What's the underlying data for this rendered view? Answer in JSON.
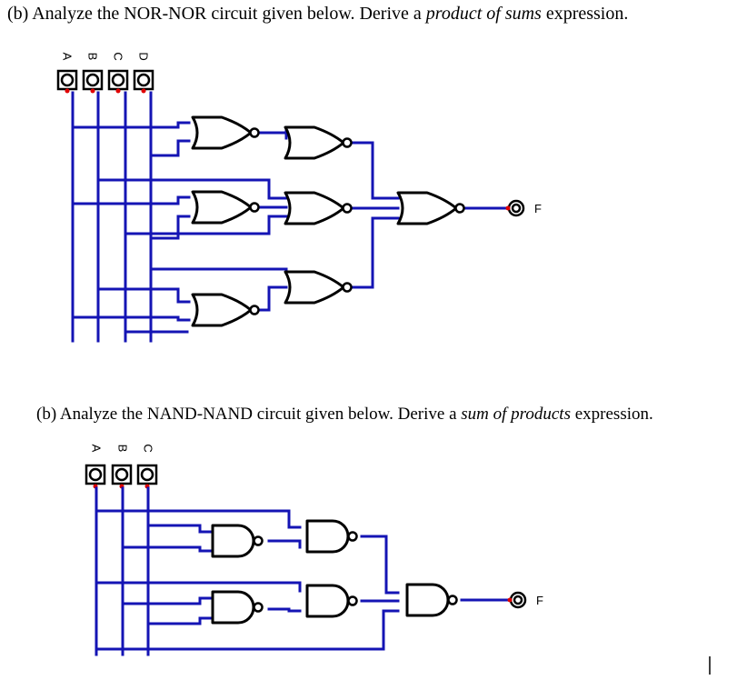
{
  "question1": {
    "prefix": "(b)  Analyze the NOR-NOR circuit given below.  Derive a ",
    "emph": "product of sums",
    "suffix": " expression."
  },
  "question2": {
    "prefix": "(b)  Analyze the NAND-NAND circuit given below.  Derive a ",
    "emph": "sum of products",
    "suffix": " expression."
  },
  "circuit1": {
    "inputs": [
      "A",
      "B",
      "C",
      "D"
    ],
    "output": "F"
  },
  "circuit2": {
    "inputs": [
      "A",
      "B",
      "C"
    ],
    "output": "F"
  },
  "colors": {
    "wire": "#1414b4",
    "pin": "#e00000",
    "gate": "#000000"
  }
}
